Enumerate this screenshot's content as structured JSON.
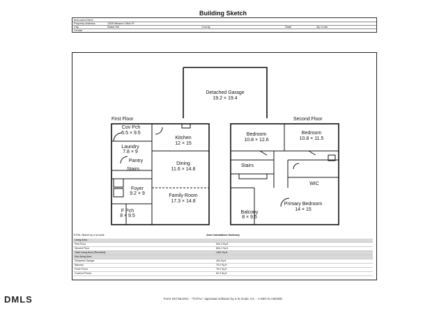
{
  "title": "Building Sketch",
  "header": {
    "rows": [
      {
        "label": "Borrower/Client",
        "value": ""
      },
      {
        "label": "Property Address",
        "value": "1305 Mission Olive Pl"
      },
      {
        "label": "City",
        "value": "Wake Hill",
        "county_label": "County",
        "state_label": "State",
        "zip_label": "Zip Code"
      },
      {
        "label": "Lender",
        "value": ""
      }
    ]
  },
  "plan": {
    "first_floor": "First Floor",
    "second_floor": "Second Floor",
    "rooms": [
      {
        "name": "Detached Garage",
        "dims": "19.2 × 19.4"
      },
      {
        "name": "Cov Pch",
        "dims": "5.5 × 9.5"
      },
      {
        "name": "Kitchen",
        "dims": "12 × 15"
      },
      {
        "name": "Laundry",
        "dims": "7.8 × 9"
      },
      {
        "name": "Pantry",
        "dims": ""
      },
      {
        "name": "Stairs",
        "dims": ""
      },
      {
        "name": "Dining",
        "dims": "11.6 × 14.8"
      },
      {
        "name": "Foyer",
        "dims": "9.2 × 9"
      },
      {
        "name": "Family Room",
        "dims": "17.3 × 14.8"
      },
      {
        "name": "F Pch",
        "dims": "8 × 9.5"
      },
      {
        "name": "Bedroom",
        "dims": "10.8 × 12.6"
      },
      {
        "name": "Bedroom",
        "dims": "10.8 × 11.5"
      },
      {
        "name": "Stairs",
        "dims": ""
      },
      {
        "name": "WIC",
        "dims": ""
      },
      {
        "name": "Primary Bedroom",
        "dims": "14 × 15"
      },
      {
        "name": "Balcony",
        "dims": "8 × 9.5"
      }
    ]
  },
  "summary": {
    "note": "TOTAL Sketch by a la mode",
    "title": "Area Calculations Summary",
    "rows": [
      {
        "label": "Living Area",
        "value": "",
        "highlight": true
      },
      {
        "label": "First Floor",
        "value": "904.3 Sq ft",
        "highlight": false
      },
      {
        "label": "Second Floor",
        "value": "864.2 Sq ft",
        "highlight": false
      },
      {
        "label": "Total Living Area (Rounded):",
        "value": "1401 Sq ft",
        "highlight": true
      },
      {
        "label": "Non-living Area",
        "value": "",
        "highlight": true
      },
      {
        "label": "Detached Garage",
        "value": "404 Sq ft",
        "highlight": false
      },
      {
        "label": "Balcony",
        "value": "76.0 Sq ft",
        "highlight": false
      },
      {
        "label": "Front Porch",
        "value": "76.0 Sq ft",
        "highlight": false
      },
      {
        "label": "Covered Porch",
        "value": "52.3 Sq ft",
        "highlight": false
      }
    ]
  },
  "footer": "Form SKT.BLDG1 - \"TOTAL\" appraisal software by a la mode, inc. - 1-800-ALAMODE",
  "watermark": "DMLS"
}
